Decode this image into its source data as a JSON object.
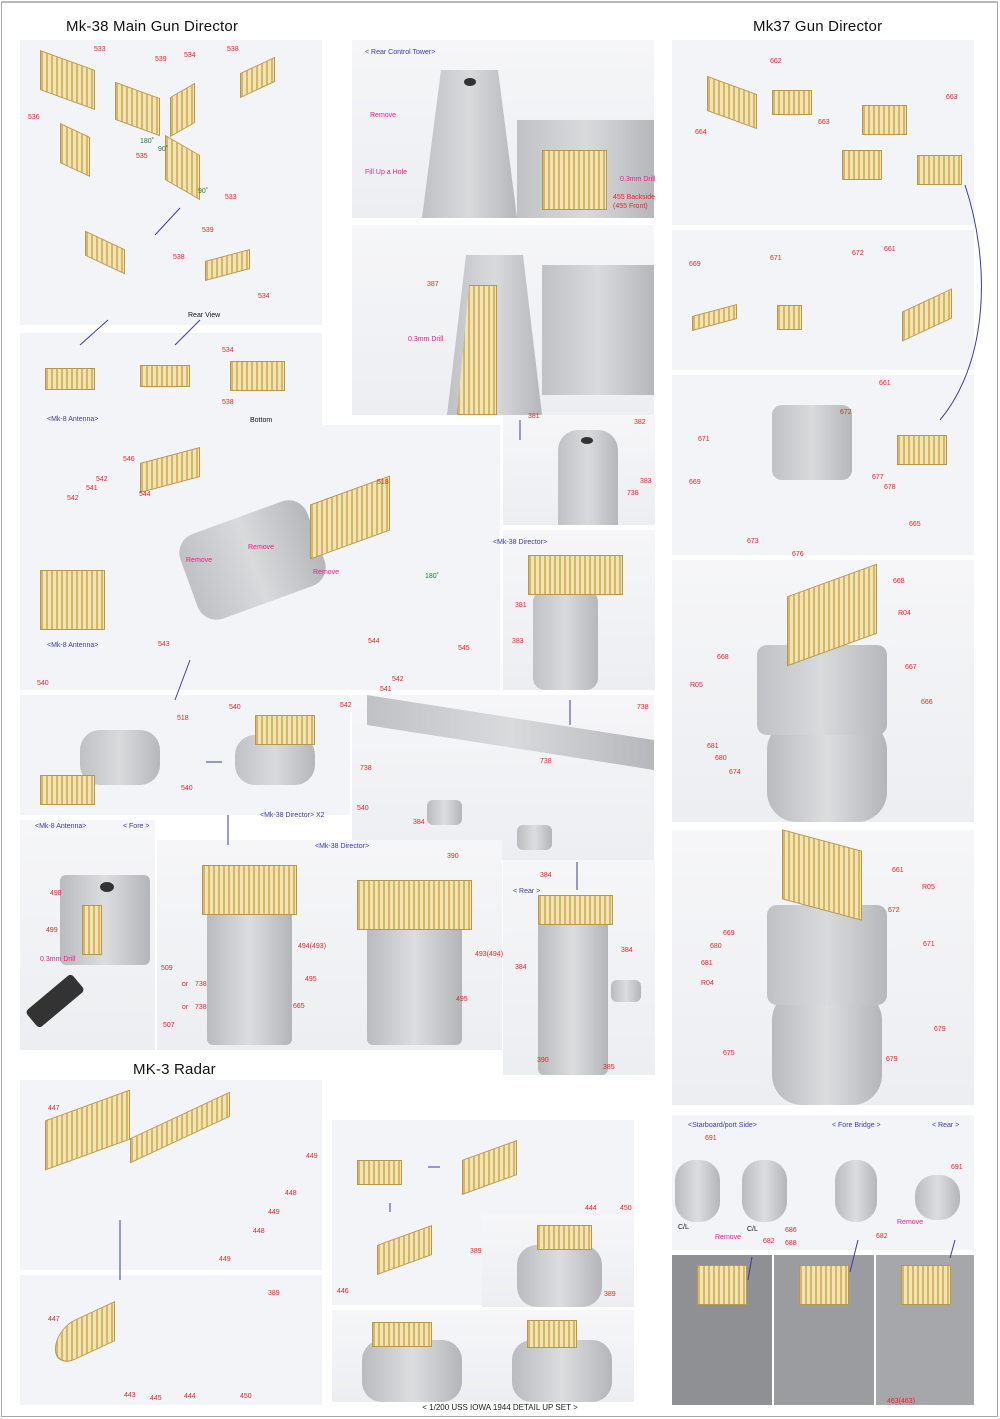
{
  "titles": {
    "mk38": "Mk-38 Main Gun Director",
    "mk37": "Mk37 Gun Director",
    "mk3": "MK-3 Radar"
  },
  "footer": "< 1/200 USS IOWA 1944 DETAIL UP SET >",
  "scale_badge": "2X",
  "colors": {
    "part_number": "#e8242a",
    "instruction": "#ee1c8c",
    "caption": "#3a3aa8",
    "angle": "#1e7a30"
  },
  "labels": [
    "533",
    "539",
    "534",
    "538",
    "536",
    "180˚",
    "90˚",
    "535",
    "90˚",
    "533",
    "539",
    "538",
    "534",
    "Rear View",
    "534",
    "538",
    "<Mk-8 Antenna>",
    "Bottom",
    "< Rear  Control Tower>",
    "Remove",
    "Fill Up a Hole",
    "0.3mm Drill",
    "455 Backside",
    "(455 Front)",
    "387",
    "0.3mm Drill",
    "546",
    "542",
    "541",
    "544",
    "542",
    "518",
    "Remove",
    "Remove",
    "Remove",
    "180˚",
    "<Mk-8 Antenna>",
    "543",
    "544",
    "545",
    "542",
    "541",
    "542",
    "381",
    "382",
    "383",
    "738",
    "<Mk-38 Director>",
    "381",
    "383",
    "738",
    "738",
    "738",
    "384",
    "390",
    "384",
    "540",
    "518",
    "540",
    "540",
    "<Mk-38 Director> X2",
    "540",
    "<Mk-8 Antenna>",
    "< Fore >",
    "498",
    "499",
    "0.3mm Drill",
    "509",
    "or",
    "738",
    "or",
    "738",
    "507",
    "494(493)",
    "495",
    "665",
    "<Mk-38 Director>",
    "493(494)",
    "495",
    "< Rear >",
    "384",
    "384",
    "390",
    "385",
    "662",
    "663",
    "663",
    "664",
    "669",
    "671",
    "672",
    "661",
    "661",
    "672",
    "671",
    "669",
    "677",
    "678",
    "665",
    "673",
    "676",
    "668",
    "R04",
    "668",
    "667",
    "R05",
    "666",
    "681",
    "680",
    "674",
    "661",
    "R05",
    "672",
    "671",
    "669",
    "680",
    "681",
    "R04",
    "679",
    "675",
    "679",
    "<Starboard/port Side>",
    "< Fore Bridge >",
    "< Rear >",
    "691",
    "691",
    "C/L",
    "C/L",
    "Remove",
    "682",
    "686",
    "688",
    "682",
    "Remove",
    "463(463)",
    "447",
    "449",
    "448",
    "449",
    "448",
    "449",
    "447",
    "389",
    "443",
    "445",
    "444",
    "450",
    "444",
    "450",
    "389",
    "389",
    "446"
  ]
}
